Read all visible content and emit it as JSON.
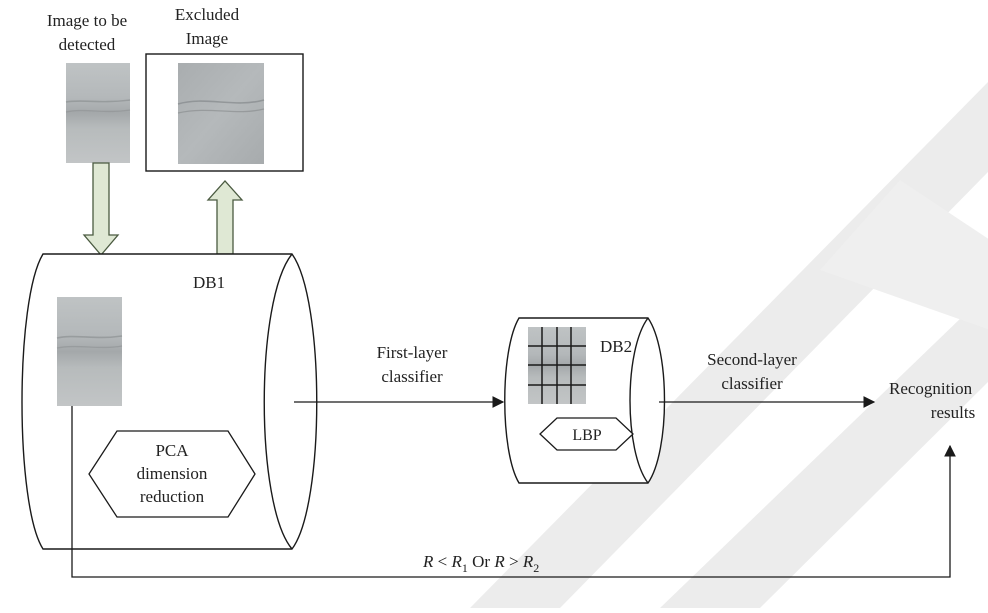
{
  "labels": {
    "input_image_line1": "Image to be",
    "input_image_line2": "detected",
    "excluded_line1": "Excluded",
    "excluded_line2": "Image",
    "db1": "DB1",
    "db2": "DB2",
    "pca_line1": "PCA",
    "pca_line2": "dimension",
    "pca_line3": "reduction",
    "lbp": "LBP",
    "first_layer_line1": "First-layer",
    "first_layer_line2": "classifier",
    "second_layer_line1": "Second-layer",
    "second_layer_line2": "classifier",
    "recognition_line1": "Recognition",
    "recognition_line2": "results"
  },
  "condition": {
    "r": "R",
    "lt": " < ",
    "r1_base": "R",
    "r1_sub": "1",
    "or": " Or ",
    "r2_lhs": "R",
    "gt": " > ",
    "r2_base": "R",
    "r2_sub": "2"
  },
  "colors": {
    "line": "#1a1a1a",
    "hollow_arrow_fill": "#dfe8d4",
    "hollow_arrow_stroke": "#4a5a40",
    "watermark": "#e6e6e6",
    "vein_image": "#b9bdbe",
    "vein_image_dark": "#9da1a3"
  }
}
